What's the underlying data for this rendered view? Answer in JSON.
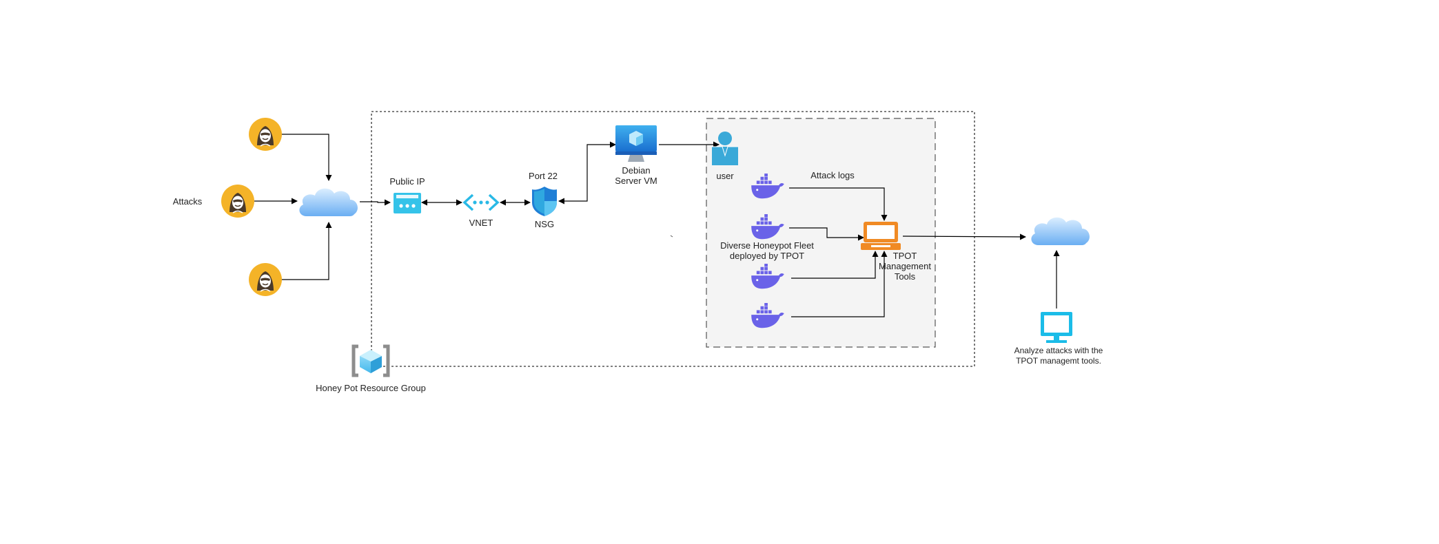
{
  "labels": {
    "attacks": "Attacks",
    "public_ip": "Public IP",
    "vnet": "VNET",
    "port22": "Port 22",
    "nsg": "NSG",
    "debian_vm": "Debian\nServer VM",
    "user": "user",
    "attack_logs": "Attack logs",
    "fleet": "Diverse Honeypot Fleet\ndeployed by TPOT",
    "tpot_tools": "TPOT\nManagement\nTools",
    "resource_group": "Honey Pot Resource Group",
    "analyze": "Analyze attacks with the\nTPOT managemt tools."
  },
  "icons": {
    "attacker": "hacker-icon",
    "cloud": "cloud-icon",
    "public_ip": "public-ip-icon",
    "vnet": "vnet-icon",
    "nsg": "shield-icon",
    "vm": "monitor-icon",
    "user": "user-icon",
    "docker": "docker-whale-icon",
    "tpot": "laptop-icon",
    "resource_group": "resource-group-icon",
    "analyst_monitor": "monitor-icon"
  },
  "colors": {
    "attacker": "#f4b328",
    "cloud": "#89c4f7",
    "azure_blue": "#2fa8e0",
    "vnet": "#29b9e6",
    "docker": "#6a62e8",
    "tpot": "#f08a24",
    "analyst_monitor": "#1bbce8",
    "user": "#3aa9d8",
    "container_fill": "#f4f4f4"
  }
}
